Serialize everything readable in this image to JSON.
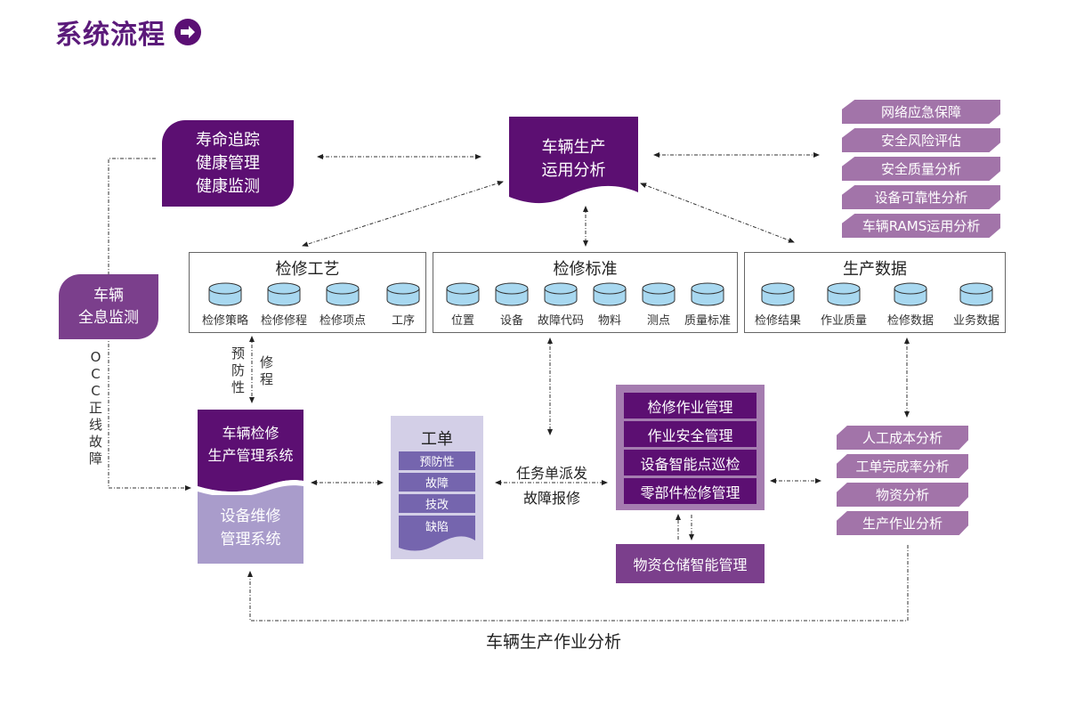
{
  "header": {
    "title": "系统流程",
    "title_icon": "arrow-right-circle-icon"
  },
  "life_tracking": {
    "lines": [
      "寿命追踪",
      "健康管理",
      "健康监测"
    ]
  },
  "production_analysis": {
    "lines": [
      "车辆生产",
      "运用分析"
    ]
  },
  "top_right_analyses": [
    "网络应急保障",
    "安全风险评估",
    "安全质量分析",
    "设备可靠性分析",
    "车辆RAMS运用分析"
  ],
  "vehicle_monitoring": {
    "lines": [
      "车辆",
      "全息监测"
    ]
  },
  "occ_label": [
    "O",
    "C",
    "C",
    "正",
    "线",
    "故",
    "障"
  ],
  "panels": {
    "process": {
      "title": "检修工艺",
      "items": [
        "检修策略",
        "检修修程",
        "检修项点",
        "工序"
      ]
    },
    "standard": {
      "title": "检修标准",
      "items": [
        "位置",
        "设备",
        "故障代码",
        "物料",
        "测点",
        "质量标准"
      ]
    },
    "data": {
      "title": "生产数据",
      "items": [
        "检修结果",
        "作业质量",
        "检修数据",
        "业务数据"
      ]
    }
  },
  "preventive_label": [
    "预",
    "防",
    "性"
  ],
  "repair_course_label": [
    "修",
    "程"
  ],
  "maintenance_system": {
    "top_lines": [
      "车辆检修",
      "生产管理系统"
    ],
    "bottom_lines": [
      "设备维修",
      "管理系统"
    ]
  },
  "work_order": {
    "title": "工单",
    "items": [
      "预防性",
      "故障",
      "技改",
      "缺陷"
    ]
  },
  "dispatch_labels": {
    "top": "任务单派发",
    "bottom": "故障报修"
  },
  "operations": {
    "items": [
      "检修作业管理",
      "作业安全管理",
      "设备智能点巡检",
      "零部件检修管理"
    ]
  },
  "warehouse": {
    "label": "物资仓储智能管理"
  },
  "bottom_right_analyses": [
    "人工成本分析",
    "工单完成率分析",
    "物资分析",
    "生产作业分析"
  ],
  "footer_label": "车辆生产作业分析",
  "colors": {
    "dark_purple": "#5c0f72",
    "mid_purple": "#7b3f8c",
    "light_purple": "#a274a9",
    "lavender": "#a99ccb",
    "pale_lavender": "#d3cfe7",
    "db_blue": "#a8d8f0"
  }
}
